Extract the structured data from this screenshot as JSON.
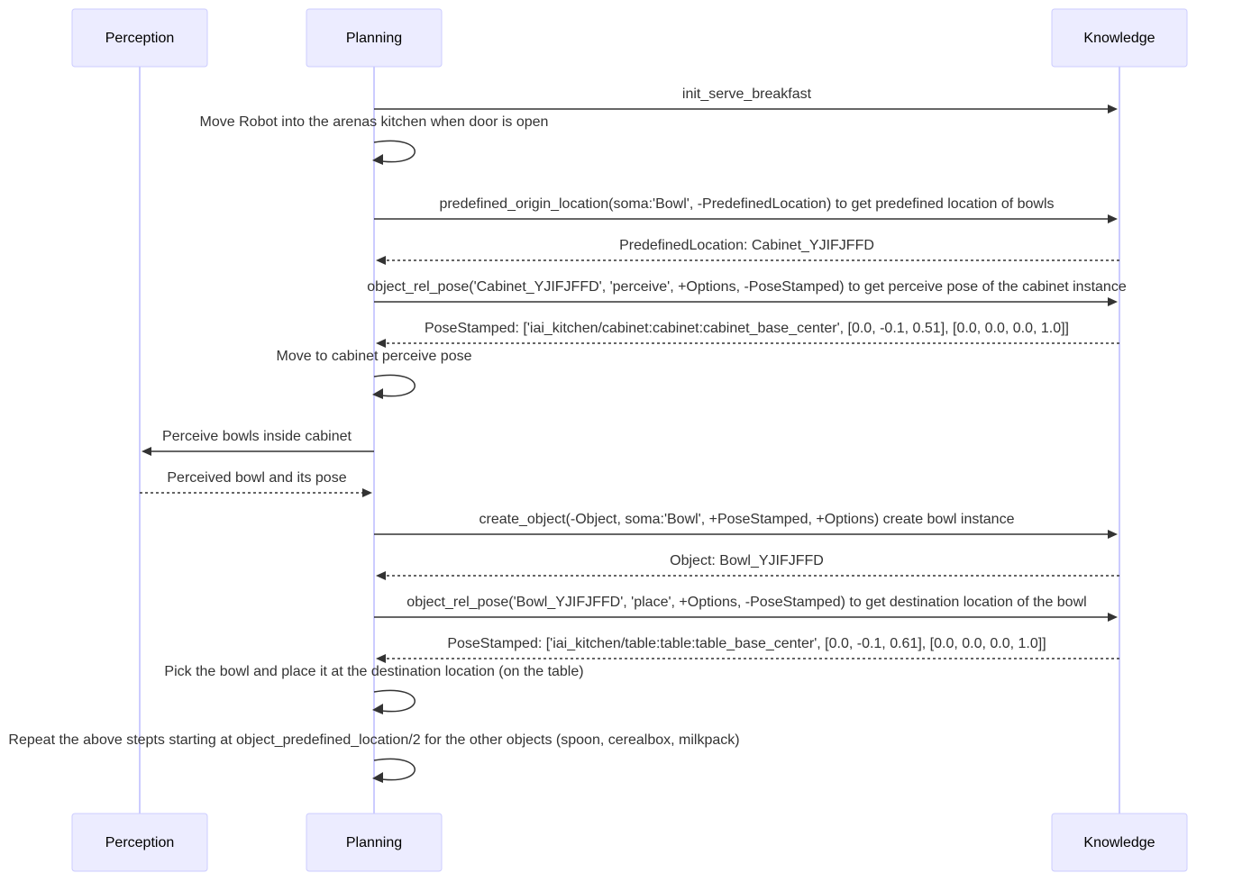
{
  "participants": [
    {
      "id": "perception",
      "label": "Perception"
    },
    {
      "id": "planning",
      "label": "Planning"
    },
    {
      "id": "knowledge",
      "label": "Knowledge"
    }
  ],
  "messages": [
    {
      "from": "planning",
      "to": "knowledge",
      "kind": "call",
      "label": "init_serve_breakfast"
    },
    {
      "from": "planning",
      "to": "planning",
      "kind": "self",
      "label": "Move Robot into the arenas kitchen when door is open"
    },
    {
      "from": "planning",
      "to": "knowledge",
      "kind": "call",
      "label": "predefined_origin_location(soma:'Bowl', -PredefinedLocation) to get predefined location of bowls"
    },
    {
      "from": "knowledge",
      "to": "planning",
      "kind": "reply",
      "label": "PredefinedLocation: Cabinet_YJIFJFFD"
    },
    {
      "from": "planning",
      "to": "knowledge",
      "kind": "call",
      "label": "object_rel_pose('Cabinet_YJIFJFFD', 'perceive', +Options, -PoseStamped) to get perceive pose of the cabinet instance"
    },
    {
      "from": "knowledge",
      "to": "planning",
      "kind": "reply",
      "label": "PoseStamped: ['iai_kitchen/cabinet:cabinet:cabinet_base_center', [0.0, -0.1, 0.51], [0.0, 0.0, 0.0, 1.0]]"
    },
    {
      "from": "planning",
      "to": "planning",
      "kind": "self",
      "label": "Move to cabinet perceive pose"
    },
    {
      "from": "planning",
      "to": "perception",
      "kind": "call",
      "label": "Perceive bowls inside cabinet"
    },
    {
      "from": "perception",
      "to": "planning",
      "kind": "reply",
      "label": "Perceived bowl and its pose"
    },
    {
      "from": "planning",
      "to": "knowledge",
      "kind": "call",
      "label": "create_object(-Object, soma:'Bowl', +PoseStamped, +Options) create bowl instance"
    },
    {
      "from": "knowledge",
      "to": "planning",
      "kind": "reply",
      "label": "Object: Bowl_YJIFJFFD"
    },
    {
      "from": "planning",
      "to": "knowledge",
      "kind": "call",
      "label": "object_rel_pose('Bowl_YJIFJFFD', 'place', +Options, -PoseStamped) to get destination location of the bowl"
    },
    {
      "from": "knowledge",
      "to": "planning",
      "kind": "reply",
      "label": "PoseStamped: ['iai_kitchen/table:table:table_base_center', [0.0, -0.1, 0.61], [0.0, 0.0, 0.0, 1.0]]"
    },
    {
      "from": "planning",
      "to": "planning",
      "kind": "self",
      "label": "Pick the bowl and place it at the destination location (on the table)"
    },
    {
      "from": "planning",
      "to": "planning",
      "kind": "self",
      "label": "Repeat the above stepts starting at object_predefined_location/2 for the other objects (spoon, cerealbox, milkpack)"
    }
  ]
}
